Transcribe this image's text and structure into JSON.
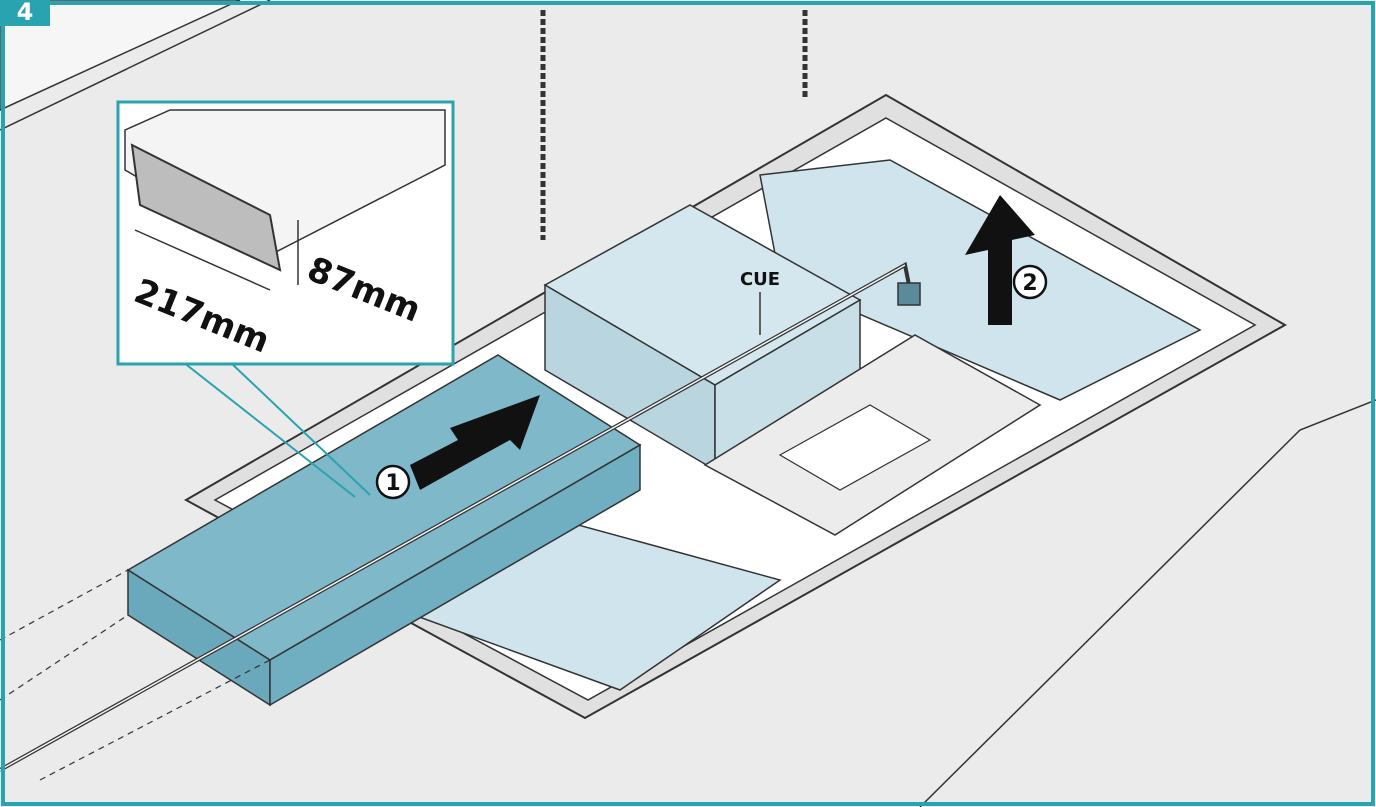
{
  "step": {
    "number": "4"
  },
  "inset": {
    "width_label": "217mm",
    "height_label": "87mm"
  },
  "labels": {
    "unit": "CUE",
    "arrow1": "1",
    "arrow2": "2"
  },
  "colors": {
    "frame_border": "#2aa3b1",
    "floor": "#ebebeb",
    "duct_fill": "#7eb8c9",
    "panel_fill": "#cfe4ec",
    "metal": "#e6e6e6",
    "arrow": "#111111"
  }
}
